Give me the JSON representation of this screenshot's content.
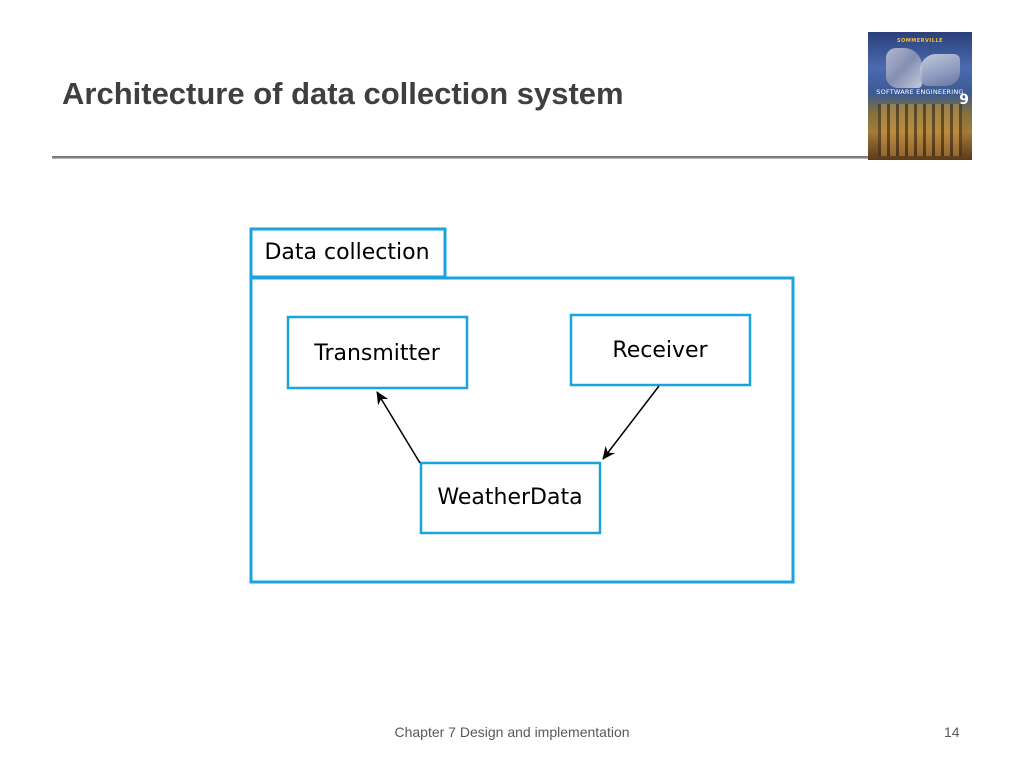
{
  "slide": {
    "title": "Architecture of data collection system",
    "footer": "Chapter 7 Design and implementation",
    "page_number": "14"
  },
  "book_cover": {
    "author": "SOMMERVILLE",
    "subject": "SOFTWARE ENGINEERING",
    "edition": "9"
  },
  "diagram": {
    "package": {
      "name": "Data collection"
    },
    "components": [
      {
        "id": "transmitter",
        "label": "Transmitter"
      },
      {
        "id": "receiver",
        "label": "Receiver"
      },
      {
        "id": "weatherdata",
        "label": "WeatherData"
      }
    ],
    "dependencies": [
      {
        "from": "weatherdata",
        "to": "transmitter"
      },
      {
        "from": "receiver",
        "to": "weatherdata"
      }
    ]
  },
  "colors": {
    "accent_border": "#1aa3dc",
    "title_text": "#3f3f3f",
    "footer_text": "#595959"
  }
}
